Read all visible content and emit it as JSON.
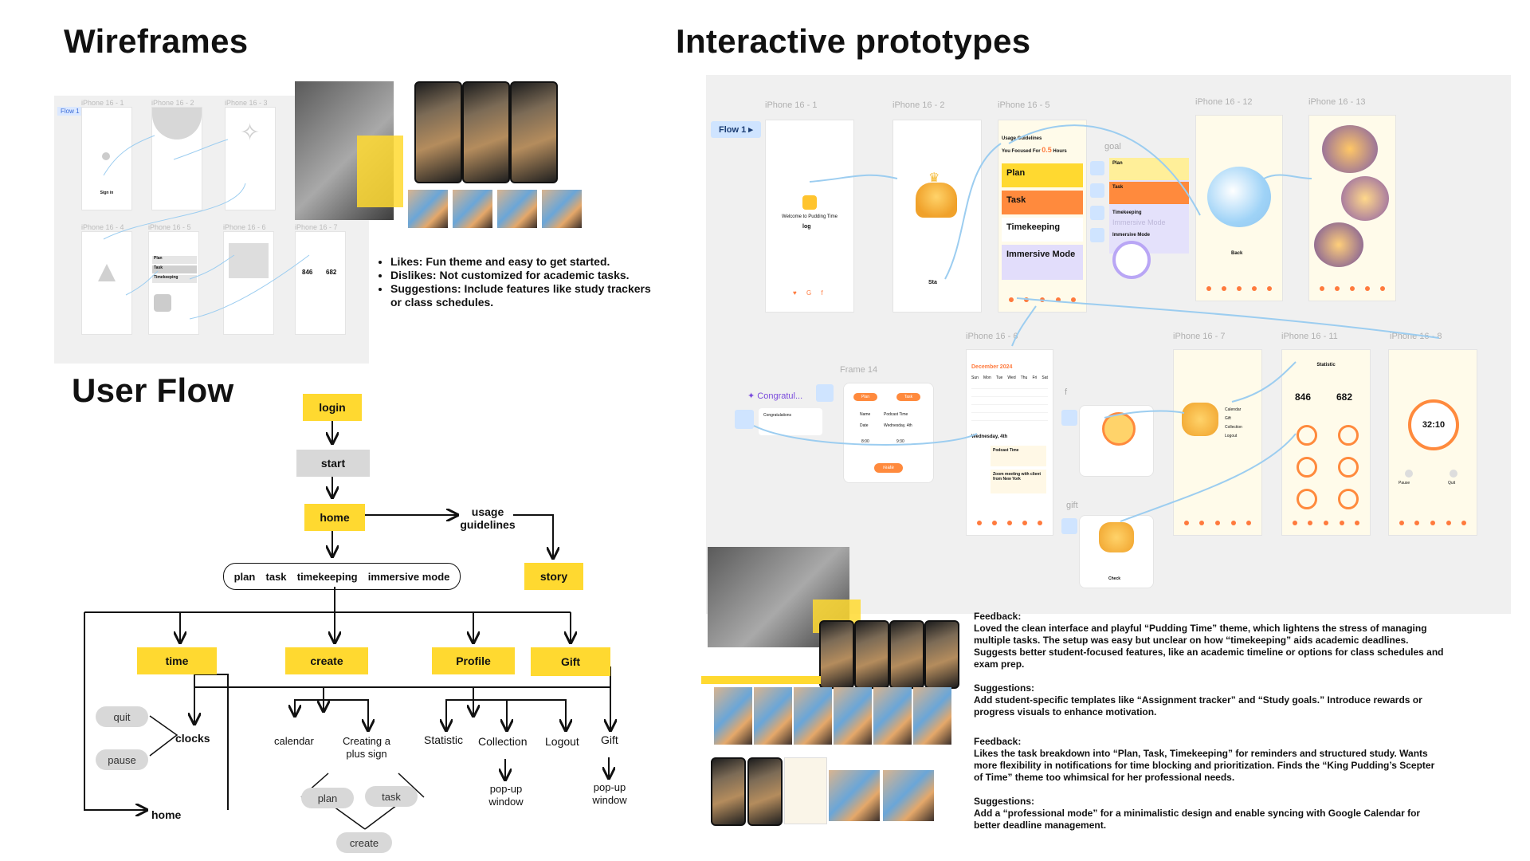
{
  "headings": {
    "wireframes": "Wireframes",
    "prototypes": "Interactive prototypes",
    "user_flow": "User Flow"
  },
  "wireframe_panel": {
    "flow_tag": "Flow 1",
    "frame_labels": [
      "iPhone 16 - 1",
      "iPhone 16 - 2",
      "iPhone 16 - 3",
      "iPhone 16 - 4",
      "iPhone 16 - 5",
      "iPhone 16 - 6",
      "iPhone 16 - 7"
    ],
    "sign_in": "Sign in",
    "menu": [
      "Plan",
      "Task",
      "Timekeeping"
    ],
    "stats": [
      "846",
      "682"
    ]
  },
  "wireframe_feedback": [
    "Likes: Fun theme and easy to get started.",
    "Dislikes: Not customized for academic tasks.",
    "Suggestions: Include features like study trackers or class schedules."
  ],
  "user_flow": {
    "login": "login",
    "start": "start",
    "home": "home",
    "usage": "usage guidelines",
    "story": "story",
    "modes": [
      "plan",
      "task",
      "timekeeping",
      "immersive mode"
    ],
    "branches": [
      "time",
      "create",
      "Profile",
      "Gift"
    ],
    "quit": "quit",
    "pause": "pause",
    "clocks": "clocks",
    "home_bottom": "home",
    "calendar": "calendar",
    "creating": "Creating a plus sign",
    "plan": "plan",
    "task": "task",
    "create": "create",
    "statistic": "Statistic",
    "collection": "Collection",
    "logout": "Logout",
    "gift": "Gift",
    "popup1": "pop-up window",
    "popup2": "pop-up window"
  },
  "prototype": {
    "flow_tag": "Flow 1",
    "frame_labels": {
      "f1": "iPhone 16 - 1",
      "f2": "iPhone 16 - 2",
      "f5": "iPhone 16 - 5",
      "f12": "iPhone 16 - 12",
      "f13": "iPhone 16 - 13",
      "f6": "iPhone 16 - 6",
      "f7": "iPhone 16 - 7",
      "f11": "iPhone 16 - 11",
      "f8": "iPhone 16 - 8",
      "frame14": "Frame 14"
    },
    "goal": "goal",
    "f_label": "f",
    "gift_label": "gift",
    "congrats": "Congratul...",
    "welcome": "Welcome to Pudding Time",
    "log": "log",
    "sta": "Sta",
    "usage": "Usage Guidelines",
    "focused": "You Focused For",
    "hours_val": "0.5",
    "hours": "Hours",
    "menu": [
      "Plan",
      "Task",
      "Timekeeping",
      "Immersive Mode"
    ],
    "submenu": [
      "Plan",
      "Task",
      "Timekeeping",
      "Immersive Mode"
    ],
    "immersive_ghost": "Immersive Mode",
    "back": "Back",
    "calendar_title": "December 2024",
    "weekdays": [
      "Sun",
      "Mon",
      "Tue",
      "Wed",
      "Thu",
      "Fri",
      "Sat"
    ],
    "date_label": "Wednesday, 4th",
    "event1": "Podcast Time",
    "event2": "Zoom meeting with client from New York",
    "plan_btn": "Plan",
    "task_btn": "Task",
    "create_btn": "reate",
    "form_name": "Name",
    "form_name_val": "Podcast Time",
    "form_date": "Date",
    "form_date_val": "Wednesday, 4th",
    "time1": "8:00",
    "time2": "9:30",
    "congrats_card": "Congratulations",
    "menu7": [
      "Calendar",
      "Gift",
      "Collection",
      "Logout"
    ],
    "stat_title": "Statistic",
    "stats": [
      "846",
      "682"
    ],
    "timer": "32:10",
    "pause": "Pause",
    "quit": "Quit",
    "check": "Check"
  },
  "prototype_feedback": {
    "f1_title": "Feedback:",
    "f1_body": "Loved the clean interface and playful “Pudding Time” theme, which lightens the stress of managing multiple tasks. The setup was easy but unclear on how “timekeeping” aids academic deadlines. Suggests better student-focused features, like an academic timeline or options for class schedules and exam prep.",
    "s1_title": "Suggestions:",
    "s1_body": "Add student-specific templates like “Assignment tracker” and “Study goals.” Introduce rewards or progress visuals to enhance motivation.",
    "f2_title": "Feedback:",
    "f2_body": "Likes the task breakdown into “Plan, Task, Timekeeping” for reminders and structured study. Wants more flexibility in notifications for time blocking and prioritization. Finds the “King Pudding’s Scepter of Time” theme too whimsical for her professional needs.",
    "s2_title": "Suggestions:",
    "s2_body": "Add a “professional mode” for a minimalistic design and enable syncing with Google Calendar for better deadline management."
  },
  "colors": {
    "yellow": "#ffd930",
    "orange": "#ff7a3d",
    "link_blue": "#9ccdf0",
    "panel": "#f0f0f0"
  }
}
